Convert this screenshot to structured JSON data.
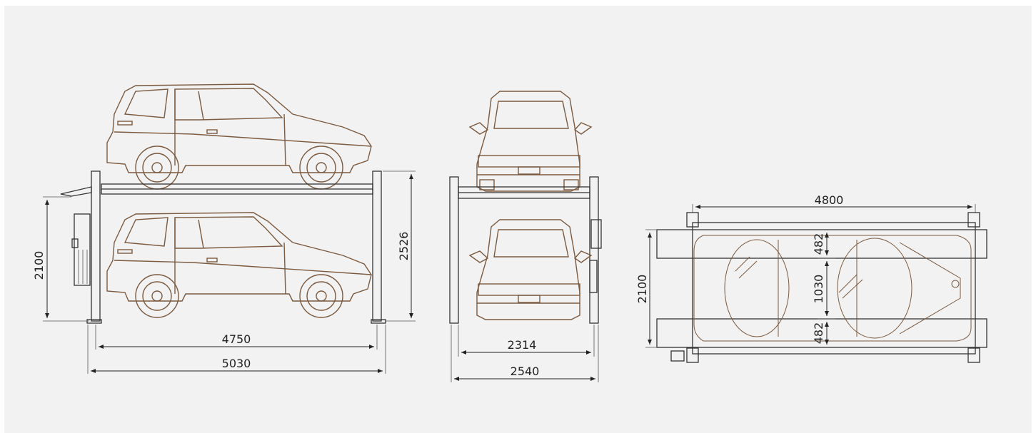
{
  "views": {
    "side": {
      "inner_length": "4750",
      "outer_length": "5030",
      "lower_height": "2100",
      "total_height": "2526"
    },
    "front": {
      "inner_width": "2314",
      "outer_width": "2540"
    },
    "top": {
      "length": "4800",
      "width": "2100",
      "runway_top": "482",
      "gap": "1030",
      "runway_bottom": "482"
    }
  },
  "colors": {
    "background": "#f2f2f2",
    "car_outline": "#7a5a40",
    "frame": "#333333",
    "dimension": "#222222"
  }
}
